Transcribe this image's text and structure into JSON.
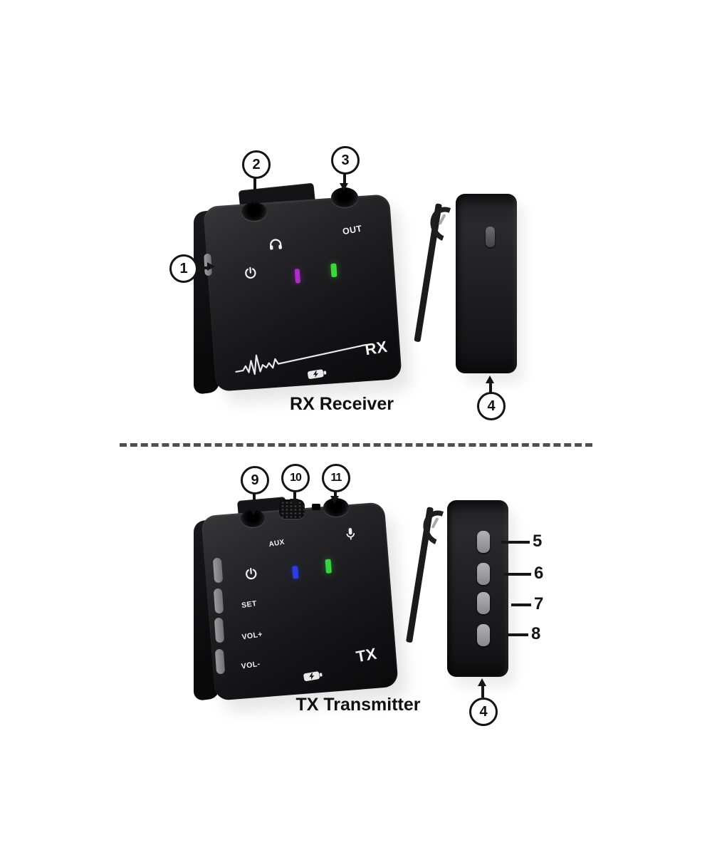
{
  "rx": {
    "caption": "RX Receiver",
    "callouts": {
      "side_button": "1",
      "headphone_jack": "2",
      "output_jack": "3",
      "charge_port": "4"
    },
    "face": {
      "out_label": "OUT",
      "brand_label": "RX"
    },
    "led_colors": {
      "pairing": "#b02cc8",
      "power": "#3bd83c"
    }
  },
  "tx": {
    "caption": "TX Transmitter",
    "callouts": {
      "aux_jack": "9",
      "mic_grille": "10",
      "mic_jack": "11",
      "charge_port": "4",
      "side_button_5": "5",
      "side_button_6": "6",
      "side_button_7": "7",
      "side_button_8": "8"
    },
    "face": {
      "aux_label": "AUX",
      "set_label": "SET",
      "vol_up_label": "VOL+",
      "vol_down_label": "VOL-",
      "brand_label": "TX"
    },
    "led_colors": {
      "pairing": "#2a3de2",
      "power": "#34d43c"
    }
  }
}
